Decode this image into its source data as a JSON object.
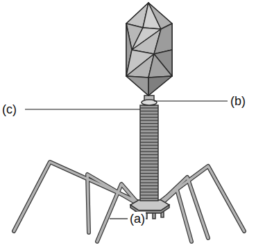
{
  "diagram": {
    "labels": [
      "(b)",
      "(c)",
      "(a)"
    ]
  }
}
